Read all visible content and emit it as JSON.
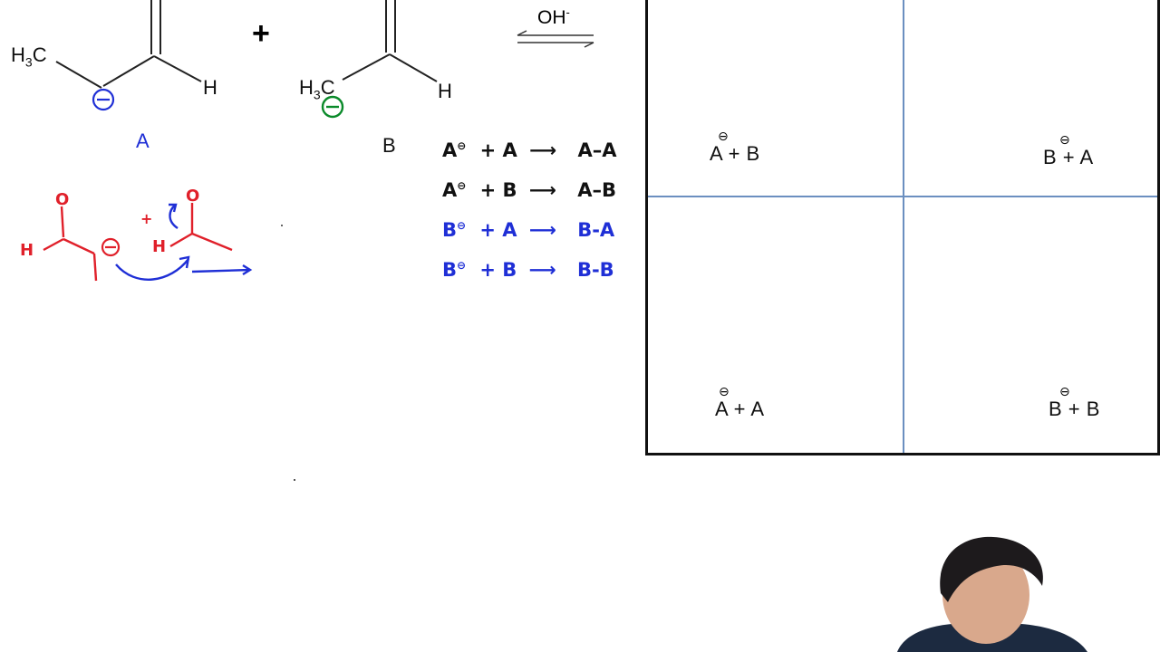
{
  "molecule_a": {
    "methyl": "H",
    "methyl_sub": "3",
    "methyl_tail": "C",
    "h": "H",
    "label": "A",
    "charge": "⊖"
  },
  "molecule_b": {
    "methyl": "H",
    "methyl_sub": "3",
    "methyl_tail": "C",
    "h": "H",
    "label": "B",
    "charge": "⊖"
  },
  "plus": "+",
  "catalyst": {
    "text": "OH",
    "charge": "-"
  },
  "reactions": [
    {
      "left": "A",
      "sup": "⊖",
      "mid": "+ A",
      "product": "A–A",
      "color": "#111111"
    },
    {
      "left": "A",
      "sup": "⊖",
      "mid": "+ B",
      "product": "A–B",
      "color": "#111111"
    },
    {
      "left": "B",
      "sup": "⊖",
      "mid": "+ A",
      "product": "B-A",
      "color": "#1f2fd6"
    },
    {
      "left": "B",
      "sup": "⊖",
      "mid": "+ B",
      "product": "B-B",
      "color": "#1f2fd6"
    }
  ],
  "mechanism": {
    "o1": "O",
    "h1": "H",
    "charge": "⊖",
    "plus": "+",
    "o2": "O",
    "h2": "H"
  },
  "grid": {
    "cells": [
      {
        "charge": "⊖",
        "text": "A + B"
      },
      {
        "charge": "⊖",
        "text": "B + A"
      },
      {
        "charge": "⊖",
        "text": "A + A"
      },
      {
        "charge": "⊖",
        "text": "B + B"
      }
    ]
  },
  "colors": {
    "blue": "#1f2fd6",
    "red": "#e0202a",
    "green": "#0a8a2a",
    "grid_line": "#6b8fc0"
  }
}
